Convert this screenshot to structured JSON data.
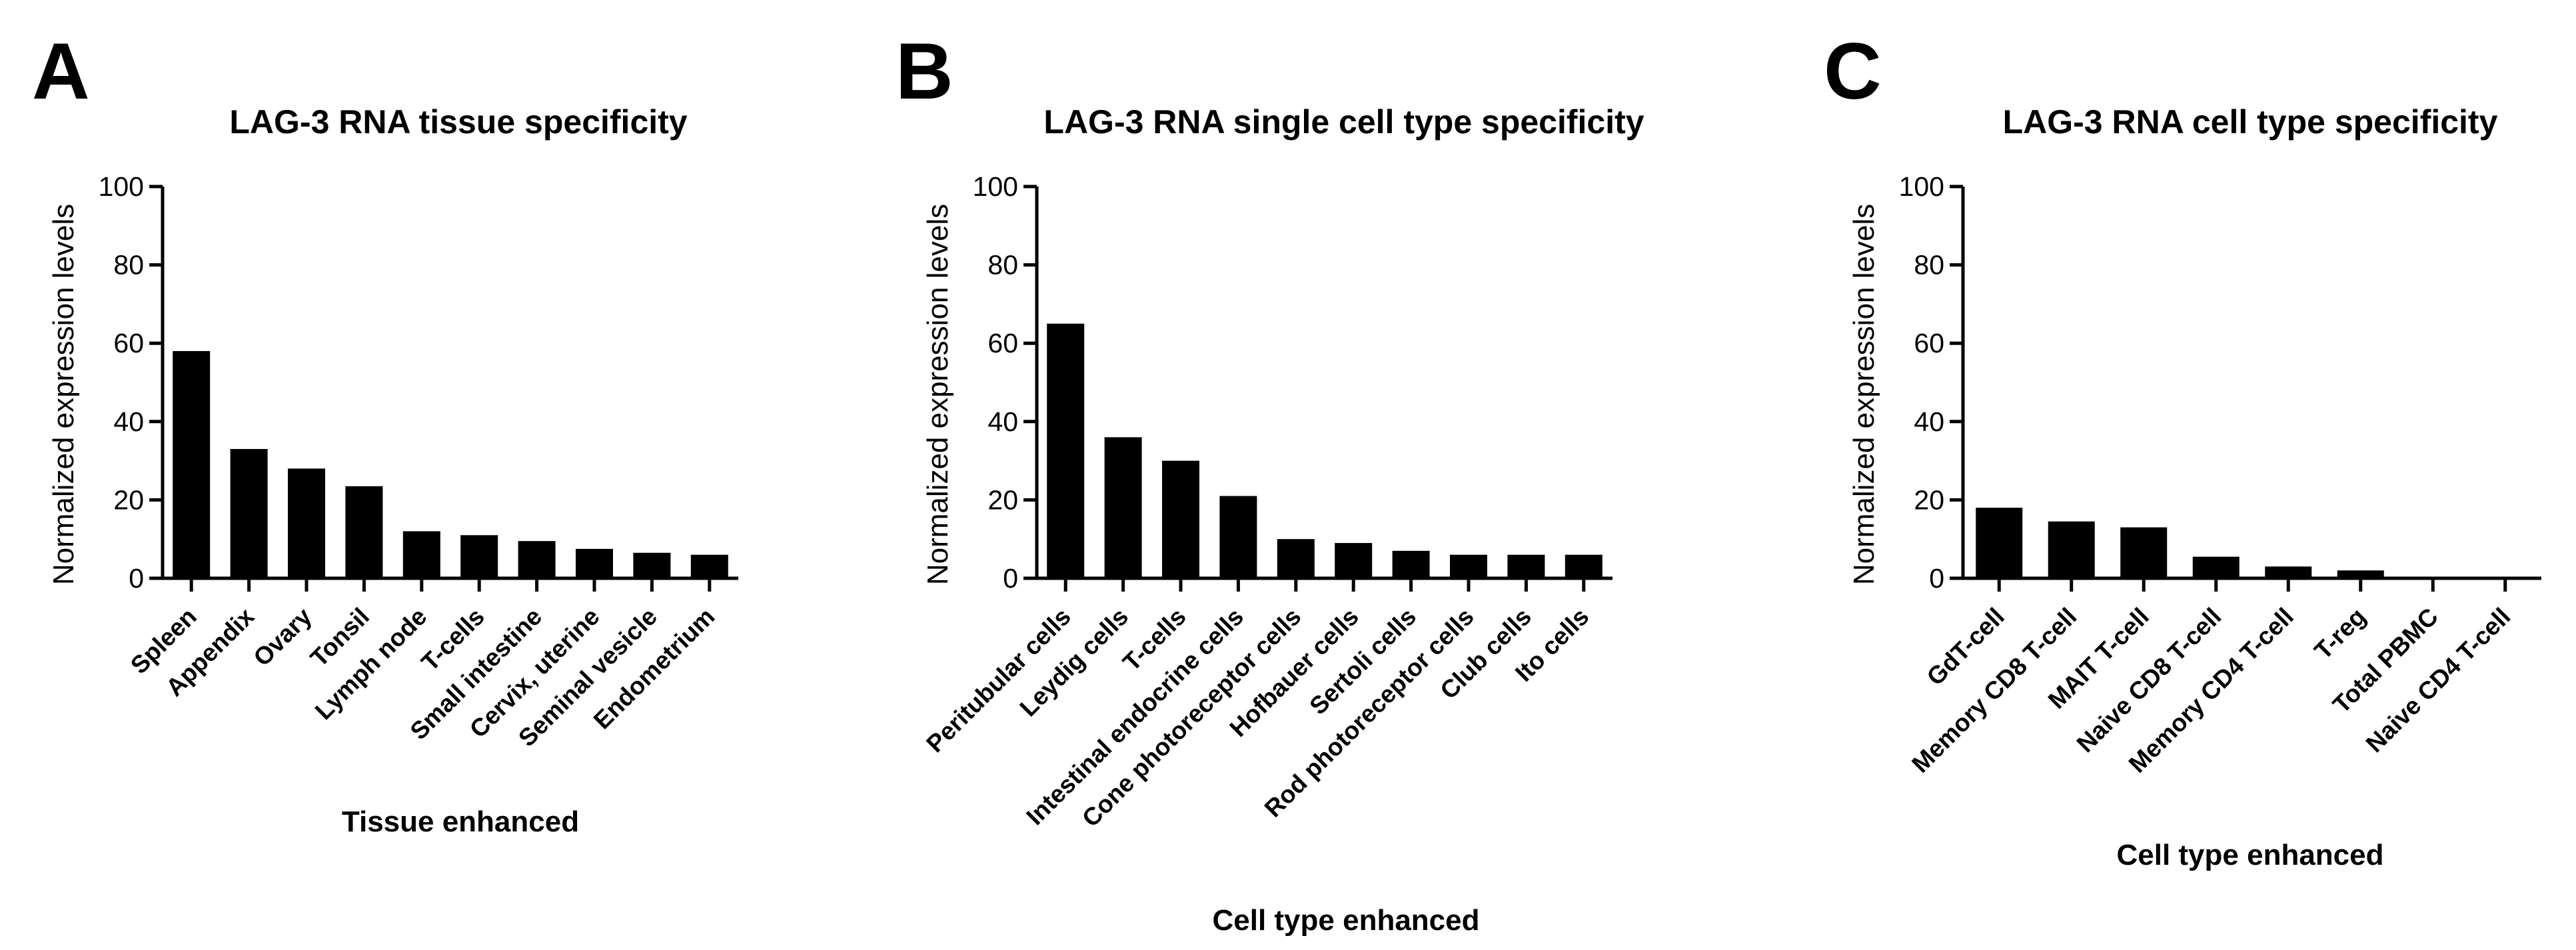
{
  "chart_data": [
    {
      "type": "bar",
      "panel_label": "A",
      "title": "LAG-3 RNA tissue specificity",
      "xlabel": "Tissue enhanced",
      "ylabel": "Normalized expression levels",
      "ylim": [
        0,
        100
      ],
      "yticks": [
        0,
        20,
        40,
        60,
        80,
        100
      ],
      "grid": false,
      "color": "#000000",
      "categories": [
        "Spleen",
        "Appendix",
        "Ovary",
        "Tonsil",
        "Lymph node",
        "T-cells",
        "Small intestine",
        "Cervix, uterine",
        "Seminal vesicle",
        "Endometrium"
      ],
      "values": [
        58,
        33,
        28,
        23.5,
        12,
        11,
        9.5,
        7.5,
        6.5,
        6
      ]
    },
    {
      "type": "bar",
      "panel_label": "B",
      "title": "LAG-3 RNA single cell type specificity",
      "xlabel": "Cell type enhanced",
      "ylabel": "Normalized expression levels",
      "ylim": [
        0,
        100
      ],
      "yticks": [
        0,
        20,
        40,
        60,
        80,
        100
      ],
      "grid": false,
      "color": "#000000",
      "categories": [
        "Peritubular cells",
        "Leydig cells",
        "T-cells",
        "Intestinal endocrine cells",
        "Cone photoreceptor cells",
        "Hofbauer cells",
        "Sertoli cells",
        "Rod photoreceptor cells",
        "Club cells",
        "Ito cells"
      ],
      "values": [
        65,
        36,
        30,
        21,
        10,
        9,
        7,
        6,
        6,
        6
      ]
    },
    {
      "type": "bar",
      "panel_label": "C",
      "title": "LAG-3 RNA cell type specificity",
      "xlabel": "Cell type enhanced",
      "ylabel": "Normalized expression levels",
      "ylim": [
        0,
        100
      ],
      "yticks": [
        0,
        20,
        40,
        60,
        80,
        100
      ],
      "grid": false,
      "color": "#000000",
      "categories": [
        "GdT-cell",
        "Memory CD8 T-cell",
        "MAIT T-cell",
        "Naive CD8 T-cell",
        "Memory CD4 T-cell",
        "T-reg",
        "Total PBMC",
        "Naive CD4 T-cell"
      ],
      "values": [
        18,
        14.5,
        13,
        5.5,
        3,
        2,
        0.3,
        0.2
      ]
    }
  ]
}
